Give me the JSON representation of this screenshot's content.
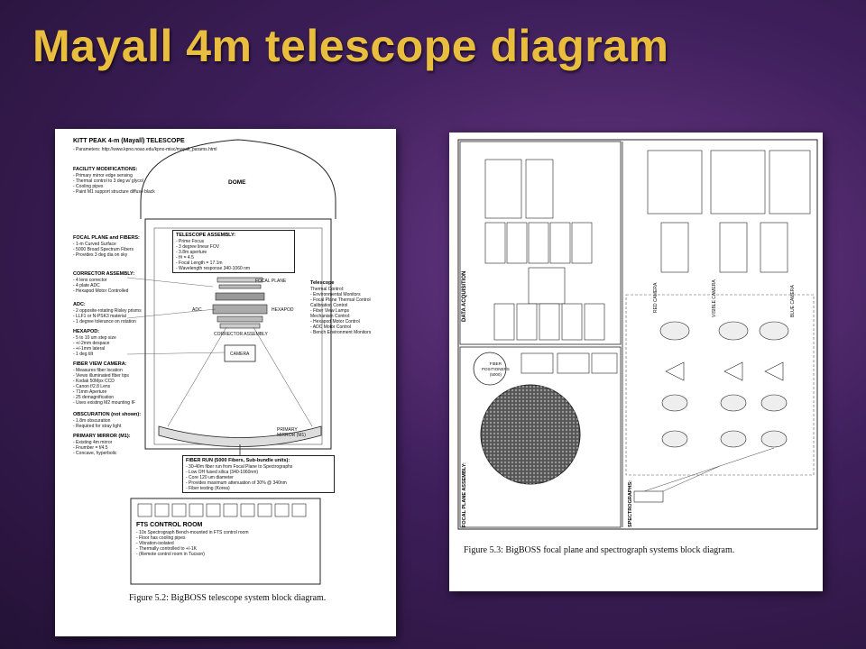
{
  "slide": {
    "title": "Mayall 4m telescope diagram"
  },
  "left_figure": {
    "header": "KITT PEAK 4-m (Mayall) TELESCOPE",
    "params_line": "- Parameters: http://www.kpno.noao.edu/kpno-misc/mayall_params.html",
    "dome_label": "DOME",
    "facility": {
      "title": "FACILITY MODIFICATIONS:",
      "lines": "- Primary mirror edge sensing\n- Thermal control to 3 deg w/ glycol\n- Cooling pipes\n- Paint M1 support structure diffuse black"
    },
    "focal_plane": {
      "title": "FOCAL PLANE and FIBERS:",
      "lines": "- 1-m Curved Surface\n- 5000 Broad Spectrum Fibers\n- Provides 3 deg dia on sky"
    },
    "corrector": {
      "title": "CORRECTOR ASSEMBLY:",
      "lines": "- 4 lens corrector\n- 4 plate ADC\n- Hexapod Motor Controlled"
    },
    "adc": {
      "title": "ADC:",
      "lines": "- 2 opposite-rotating Risley prisms\n- LLF1 or N-PSK3 material\n- 1 degree tolerance on rotation"
    },
    "hexapod": {
      "title": "HEXAPOD:",
      "lines": "- 5 to 10 um step size\n- +/-2mm despace\n- +/-1mm lateral\n- 1 deg tilt"
    },
    "fiber_view": {
      "title": "FIBER VIEW CAMERA:",
      "lines": "- Measures fiber location\n- Views illuminated fiber tips\n- Kodak 50Mpx CCD\n- Canon f/2.8 Lens\n- 71mm Aperture\n- 25 demagnification\n- Uses existing M2 mounting IF"
    },
    "obscuration": {
      "title": "OBSCURATION (not shown):",
      "lines": "- 1.8m obscuration\n- Required for stray light"
    },
    "primary": {
      "title": "PRIMARY MIRROR (M1):",
      "lines": "- Existing 4m mirror\n- Fnumber = f/4.5\n- Concave, hyperbolic"
    },
    "telescope_assembly": {
      "title": "TELESCOPE ASSEMBLY:",
      "lines": "- Prime Focus\n- 3 degree linear FOV\n- 3.8m aperture\n- f# = 4.5\n- Focal Length = 17.1m\n- Wavelength response 340-1060 nm"
    },
    "labels": {
      "focal_plane": "FOCAL PLANE",
      "adc": "ADC",
      "hexapod": "HEXAPOD",
      "corrector": "CORRECTOR ASSEMBLY",
      "camera": "CAMERA",
      "primary_mirror": "PRIMARY\nMIRROR (M1)"
    },
    "control": {
      "title": "Telescope",
      "lines": "Thermal Control:\n- Environmental Monitors\n- Focal Plane Thermal Control\nCalibration Control\n- Fiber View Lamps\nMechanism Control:\n- Hexapod Motor Control\n- ADC Motor Control\n- Bench Environment Monitors"
    },
    "fiber_run": {
      "title": "FIBER RUN (5000 Fibers, Sub-bundle units):",
      "lines": "- 30-40m fiber run from Focal Plane to Spectrographs\n- Low OH fused silica (340-1060nm)\n- Core 120 um diameter\n- Provides maximum attenuation of 30% @ 340nm\n- Fiber testing (Korea)"
    },
    "fts": {
      "title": "FTS CONTROL ROOM",
      "lines": "- 10x Spectrograph Bench-mounted in FTS control room\n- Floor has cooling pipes\n- Vibration-isolated\n- Thermally controlled to +/-1K\n- (Remote control room in Tucson)"
    },
    "caption": "Figure 5.2: BigBOSS telescope system block diagram."
  },
  "right_figure": {
    "data_acquisition": "DATA ACQUISITION",
    "focal_plane_assembly": "FOCAL PLANE ASSEMBLY:",
    "fiber_positioners": "FIBER\nPOSITIONERS\n(5000)",
    "spectrographs": "SPECTROGRAPHS:",
    "red_camera": "RED CAMERA",
    "visible_camera": "VISIBLE CAMERA",
    "blue_camera": "BLUE CAMERA",
    "caption": "Figure 5.3: BigBOSS focal plane and spectrograph systems block diagram."
  }
}
